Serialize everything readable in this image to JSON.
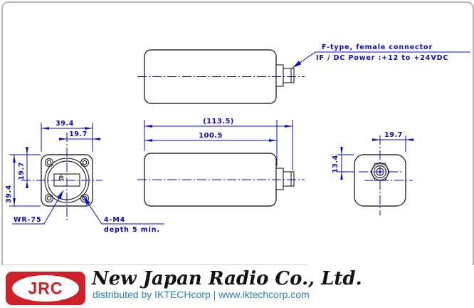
{
  "colors": {
    "drawing_line": "#2e2e2e",
    "dimension_blue": "#0a0ad0",
    "logo_red": "#ce2127",
    "link_blue": "#2b80c2",
    "frame_border": "#b5b5b5"
  },
  "notes": {
    "connector_line1": "F-type, female connector",
    "connector_line2": "IF / DC Power :+12 to +24VDC",
    "waveguide": "WR-75",
    "screws": "4-M4",
    "screws_depth": "depth 5 min."
  },
  "dims": {
    "flange_width": "39.4",
    "flange_half_width": "19.7",
    "flange_height": "39.4",
    "flange_half_height": "19.7",
    "total_length": "(113.5)",
    "body_length": "100.5",
    "rear_half_width": "19.7",
    "connector_offset": "13.4"
  },
  "footer": {
    "logo": "JRC",
    "company": "New Japan Radio Co., Ltd.",
    "distribution": "distributed by IKTECHcorp | www.iktechcorp.com"
  }
}
